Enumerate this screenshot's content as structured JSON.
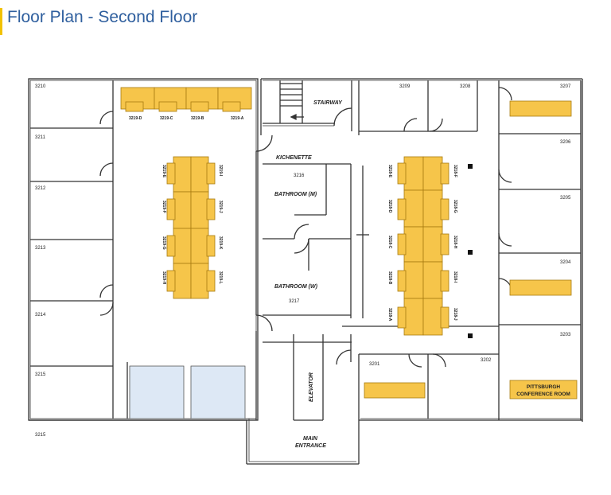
{
  "title": "Floor Plan - Second Floor",
  "colors": {
    "title": "#2f5f9e",
    "accent": "#f2c200",
    "desk": "#f6c54a",
    "desk_stroke": "#b8860b",
    "glass": "#dde8f5",
    "wall": "#333333"
  },
  "rooms": {
    "r3210": "3210",
    "r3211": "3211",
    "r3212": "3212",
    "r3213": "3213",
    "r3214": "3214",
    "r3215": "3215",
    "r3215b": "3215",
    "r3209": "3209",
    "r3208": "3208",
    "r3207": "3207",
    "r3206": "3206",
    "r3205": "3205",
    "r3204": "3204",
    "r3203": "3203",
    "r3202": "3202",
    "r3201": "3201",
    "r3216": "3216",
    "r3217": "3217"
  },
  "areas": {
    "stairway": "STAIRWAY",
    "kitchenette": "KICHENETTE",
    "bathroom_m": "BATHROOM (M)",
    "bathroom_w": "BATHROOM (W)",
    "elevator": "ELEVATOR",
    "main_entrance_1": "MAIN",
    "main_entrance_2": "ENTRANCE",
    "conference_1": "PITTSBURGH",
    "conference_2": "CONFERENCE ROOM"
  },
  "desks_top": {
    "d": "3219-D",
    "c": "3219-C",
    "b": "3219-B",
    "a": "3219-A"
  },
  "desks_left_cluster": {
    "e": "3219-E",
    "f": "3219-F",
    "g": "3219-G",
    "h": "3219-H",
    "i": "3219-I",
    "j": "3219-J",
    "k": "3219-K",
    "l": "3219-L"
  },
  "desks_right_cluster": {
    "e": "3218-E",
    "d": "3218-D",
    "c": "3218-C",
    "b": "3218-B",
    "a": "3218-A",
    "f": "3218-F",
    "g": "3218-G",
    "h": "3218-H",
    "i": "3218-I",
    "j": "3218-J"
  }
}
